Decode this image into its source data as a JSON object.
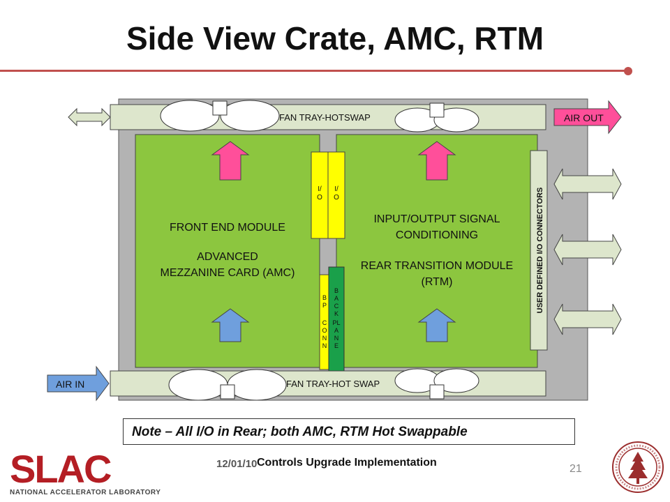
{
  "title": "Side View Crate, AMC, RTM",
  "labels": {
    "fan_tray_top": "FAN TRAY-HOTSWAP",
    "fan_tray_bottom": "FAN TRAY-HOT SWAP",
    "air_out": "AIR OUT",
    "air_in": "AIR IN",
    "front_end_module": "FRONT END MODULE",
    "amc_line1": "ADVANCED",
    "amc_line2": "MEZZANINE CARD (AMC)",
    "io_signal_line1": "INPUT/OUTPUT SIGNAL",
    "io_signal_line2": "CONDITIONING",
    "rtm_line1": "REAR TRANSITION MODULE",
    "rtm_line2": "(RTM)",
    "user_io_connectors": "USER DEFINED I/O CONNECTORS",
    "io_line1": "I/",
    "io_line2": "O",
    "bp_conn": [
      "B",
      "P",
      "",
      "C",
      "O",
      "N",
      "N"
    ],
    "backplane": [
      "B",
      "A",
      "C",
      "K",
      "PL",
      "A",
      "N",
      "E"
    ]
  },
  "note": "Note – All I/O in Rear; both AMC, RTM Hot Swappable",
  "footer": {
    "date": "12/01/10",
    "center": "Controls Upgrade Implementation",
    "page_number": "21"
  },
  "logo": {
    "name": "SLAC",
    "subtitle": "NATIONAL ACCELERATOR LABORATORY"
  },
  "colors": {
    "accent": "#c0504d",
    "module_green": "#8cc63f",
    "crate_gray": "#b3b3b3",
    "tray_fill": "#dde6cc",
    "io_yellow": "#ffff00",
    "backplane_green": "#1aa04a",
    "air_out_pink": "#ff4f9a",
    "air_in_blue": "#6f9fdd"
  }
}
